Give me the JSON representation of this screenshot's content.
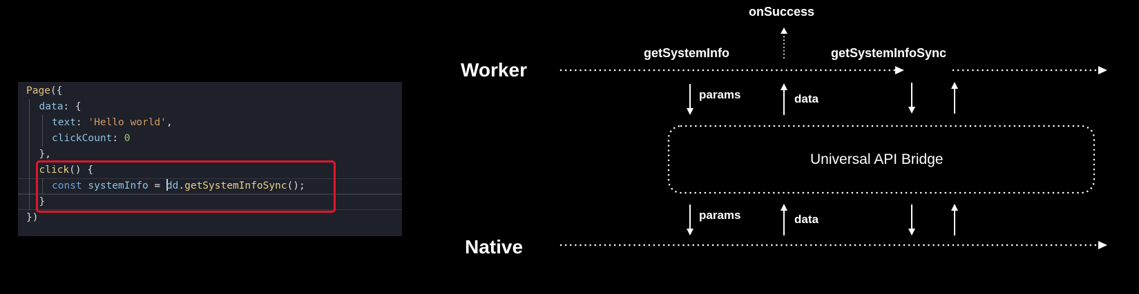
{
  "code": {
    "lines": [
      {
        "indent": 0,
        "tokens": [
          {
            "t": "Page",
            "c": "c-ident"
          },
          {
            "t": "({",
            "c": "c-punct"
          }
        ]
      },
      {
        "indent": 1,
        "tokens": [
          {
            "t": "data",
            "c": "c-key"
          },
          {
            "t": ": {",
            "c": "c-punct"
          }
        ]
      },
      {
        "indent": 2,
        "tokens": [
          {
            "t": "text",
            "c": "c-key"
          },
          {
            "t": ": ",
            "c": "c-punct"
          },
          {
            "t": "'Hello world'",
            "c": "c-str"
          },
          {
            "t": ",",
            "c": "c-punct"
          }
        ]
      },
      {
        "indent": 2,
        "tokens": [
          {
            "t": "clickCount",
            "c": "c-key"
          },
          {
            "t": ": ",
            "c": "c-punct"
          },
          {
            "t": "0",
            "c": "c-num"
          }
        ]
      },
      {
        "indent": 1,
        "tokens": [
          {
            "t": "},",
            "c": "c-punct"
          }
        ]
      },
      {
        "indent": 1,
        "tokens": [
          {
            "t": "click",
            "c": "c-fn"
          },
          {
            "t": "() {",
            "c": "c-punct"
          }
        ]
      },
      {
        "indent": 2,
        "cursor_before": 3,
        "tokens": [
          {
            "t": "const ",
            "c": "c-kw"
          },
          {
            "t": "systemInfo",
            "c": "c-var"
          },
          {
            "t": " = ",
            "c": "c-punct"
          },
          {
            "t": "dd",
            "c": "c-var"
          },
          {
            "t": ".",
            "c": "c-punct"
          },
          {
            "t": "getSystemInfoSync",
            "c": "c-fn"
          },
          {
            "t": "();",
            "c": "c-punct"
          }
        ]
      },
      {
        "indent": 1,
        "tokens": [
          {
            "t": "}",
            "c": "c-punct"
          }
        ]
      },
      {
        "indent": 0,
        "tokens": [
          {
            "t": "})",
            "c": "c-punct"
          }
        ]
      }
    ],
    "highlighted_lines": [
      6,
      7
    ],
    "boxed_lines_from": 5,
    "boxed_lines_to": 7,
    "colors": {
      "panel": "#1e2129",
      "highlight_box": "#e0162b"
    }
  },
  "diagram": {
    "worker_label": "Worker",
    "native_label": "Native",
    "bridge_label": "Universal API Bridge",
    "on_success_label": "onSuccess",
    "async_call_label": "getSystemInfo",
    "sync_call_label": "getSystemInfoSync",
    "params_label": "params",
    "data_label": "data",
    "line_color": "#ffffff"
  }
}
